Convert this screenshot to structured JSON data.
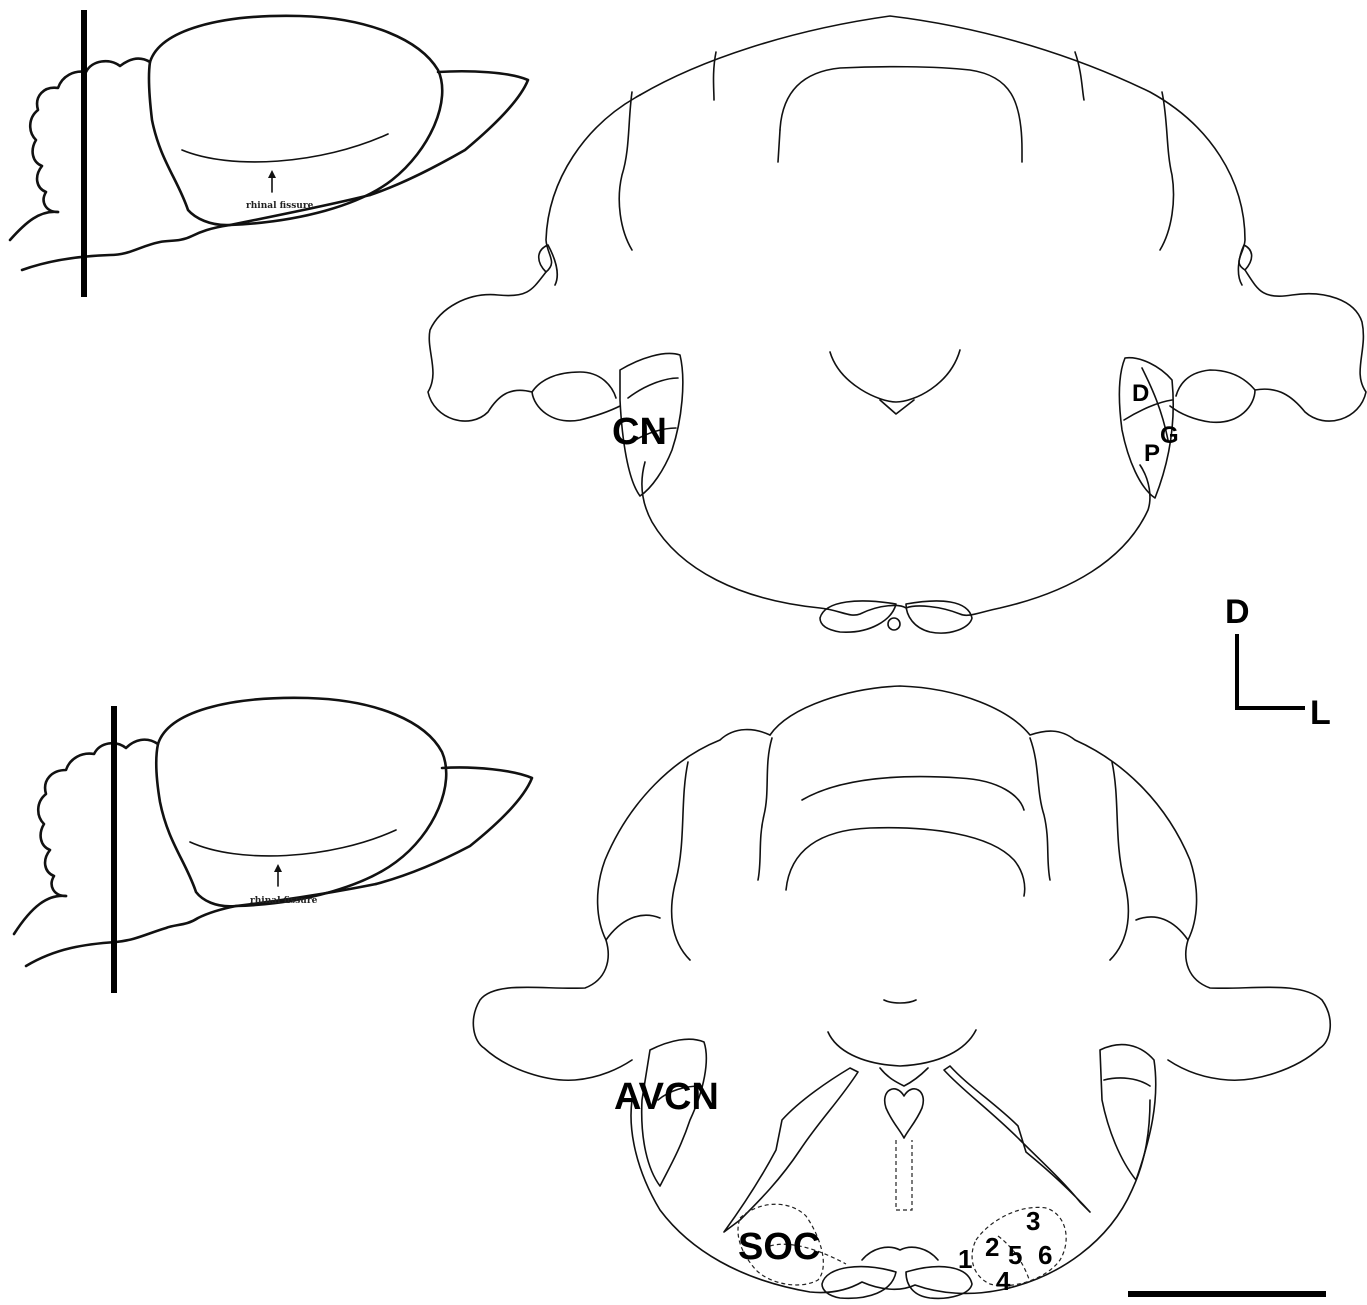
{
  "sagittal_views": {
    "top": {
      "rhinal_label": "rhinal fissure"
    },
    "bottom": {
      "rhinal_label": "rhinal fissure"
    }
  },
  "section_top": {
    "cn_label": "CN",
    "subdivision_d": "D",
    "subdivision_g": "G",
    "subdivision_p": "P"
  },
  "section_bottom": {
    "avcn_label": "AVCN",
    "soc_label": "SOC",
    "nuclei_numbers": [
      "1",
      "2",
      "3",
      "4",
      "5",
      "6"
    ]
  },
  "orientation": {
    "dorsal": "D",
    "lateral": "L"
  }
}
